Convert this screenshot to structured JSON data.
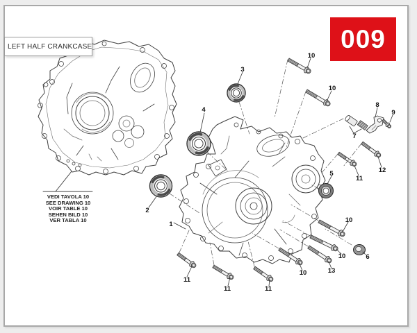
{
  "page": {
    "title_label": "LEFT HALF CRANKCASE",
    "page_number": "009"
  },
  "note": {
    "lines": [
      "VEDI TAVOLA 10",
      "SEE DRAWING 10",
      "VOIR TABLE 10",
      "SEHEN BILD 10",
      "VER TABLA 10"
    ]
  },
  "callouts": {
    "labels": [
      "1",
      "2",
      "3",
      "4",
      "5",
      "6",
      "7",
      "8",
      "9",
      "10",
      "10",
      "10",
      "10",
      "10",
      "11",
      "11",
      "11",
      "11",
      "12",
      "13"
    ]
  },
  "colors": {
    "accent_red": "#de1118",
    "page_border_gray": "#a8a8a8",
    "line_art": "#3c3c3c"
  }
}
